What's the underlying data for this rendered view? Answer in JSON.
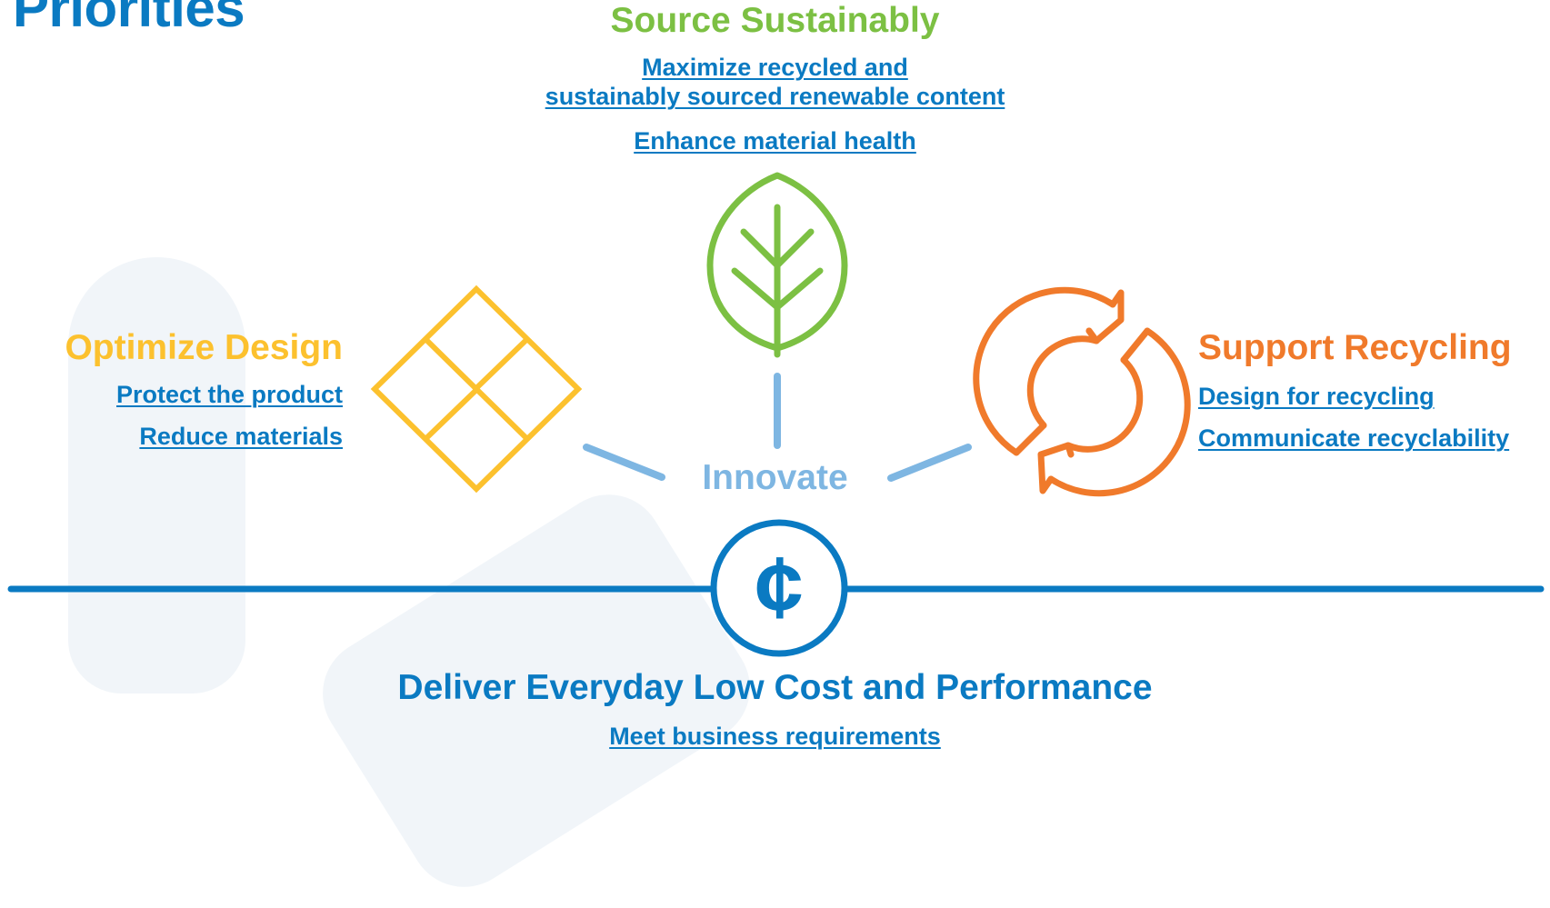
{
  "title": "Priorities",
  "colors": {
    "brand_blue": "#0a7ac2",
    "green": "#7cc043",
    "yellow": "#fcc12e",
    "orange": "#f07a2b",
    "light_blue": "#7eb6e2"
  },
  "source_sustainably": {
    "heading": "Source Sustainably",
    "icon": "leaf-icon",
    "links": [
      "Maximize recycled and",
      "sustainably sourced renewable content",
      "Enhance material health"
    ]
  },
  "optimize_design": {
    "heading": "Optimize Design",
    "icon": "tiles-diamond-icon",
    "links": [
      "Protect the product",
      "Reduce materials"
    ]
  },
  "support_recycling": {
    "heading": "Support Recycling",
    "icon": "recycle-arrows-icon",
    "links": [
      "Design for recycling",
      "Communicate recyclability"
    ]
  },
  "innovate": {
    "label": "Innovate"
  },
  "cost": {
    "icon": "cent-icon",
    "symbol": "¢",
    "heading": "Deliver Everyday Low Cost and Performance",
    "links": [
      "Meet business requirements"
    ]
  }
}
